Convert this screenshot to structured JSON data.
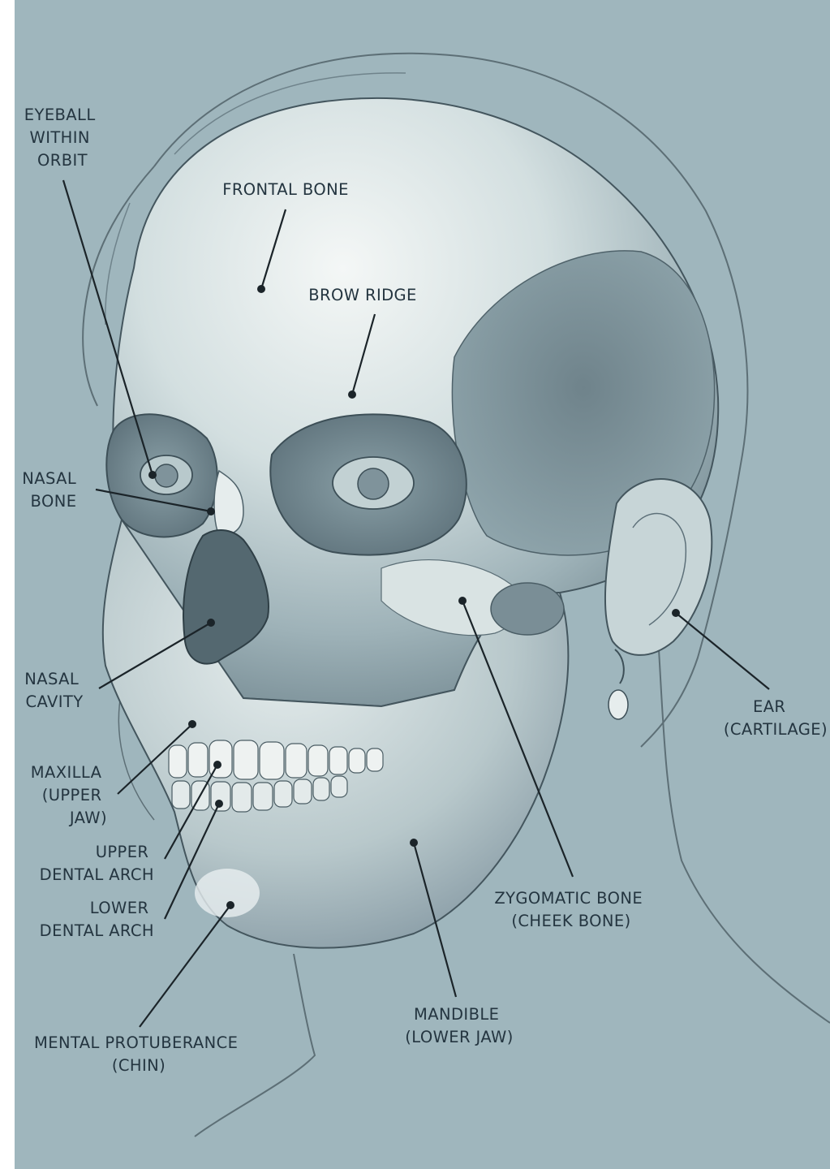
{
  "colors": {
    "paper": "#9fb6bd",
    "paper_dark": "#7f979f",
    "bone_light": "#eef3f2",
    "bone_mid": "#c4d3d5",
    "shadow": "#5d7079",
    "line": "#1b2429",
    "text": "#243540"
  },
  "labels": {
    "eyeball": [
      "EYEBALL",
      "WITHIN",
      "ORBIT"
    ],
    "frontal_bone": [
      "FRONTAL BONE"
    ],
    "brow_ridge": [
      "BROW RIDGE"
    ],
    "nasal_bone": [
      "NASAL",
      "BONE"
    ],
    "nasal_cavity": [
      "NASAL",
      "CAVITY"
    ],
    "maxilla": [
      "MAXILLA",
      "(UPPER",
      "JAW)"
    ],
    "upper_dental_arch": [
      "UPPER",
      "DENTAL ARCH"
    ],
    "lower_dental_arch": [
      "LOWER",
      "DENTAL ARCH"
    ],
    "mental_protuberance": [
      "MENTAL PROTUBERANCE",
      "(CHIN)"
    ],
    "mandible": [
      "MANDIBLE",
      "(LOWER JAW)"
    ],
    "zygomatic_bone": [
      "ZYGOMATIC BONE",
      "(CHEEK BONE)"
    ],
    "ear": [
      "EAR",
      "(CARTILAGE)"
    ]
  }
}
